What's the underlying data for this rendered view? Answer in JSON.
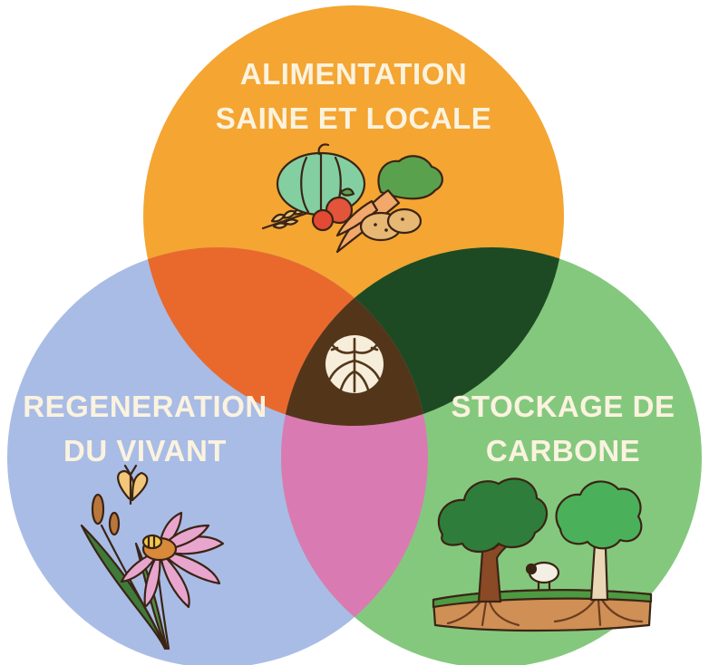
{
  "diagram": {
    "circles": [
      {
        "id": "top",
        "lines": [
          "ALIMENTATION",
          "SAINE ET LOCALE"
        ],
        "color": "#f4a532",
        "icon": "vegetables-icon"
      },
      {
        "id": "left",
        "lines": [
          "REGENERATION",
          "DU VIVANT"
        ],
        "color": "#a9bce6",
        "icon": "wildflower-icon"
      },
      {
        "id": "right",
        "lines": [
          "STOCKAGE DE",
          "CARBONE"
        ],
        "color": "#84c87e",
        "icon": "trees-roots-icon"
      }
    ],
    "overlaps": {
      "top_left": "#e9692c",
      "top_right": "#1d4a23",
      "left_right": "#d97bb2",
      "center": "#53361a"
    },
    "center_icon": "roots-icon",
    "text_color": "#fbf3df"
  }
}
